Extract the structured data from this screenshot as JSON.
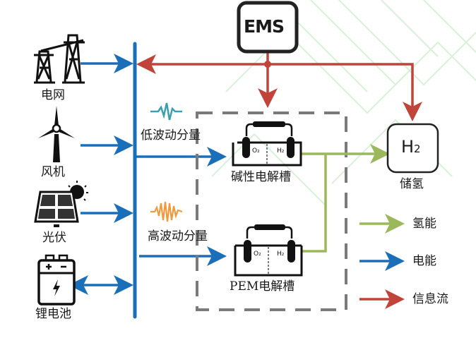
{
  "title": "EMS hydrogen-electric hybrid energy system diagram",
  "colors": {
    "electric": "#1a6fb8",
    "hydrogen": "#9bb85a",
    "info": "#c0443a",
    "dashed_box": "#7a7a7a",
    "low_wave": "#3aa0b0",
    "high_wave": "#f09a3e",
    "background_pattern": "#d8f0d8"
  },
  "ems": {
    "label": "EMS"
  },
  "sources": [
    {
      "id": "grid",
      "label": "电网",
      "icon": "transmission-tower-icon"
    },
    {
      "id": "wind",
      "label": "风机",
      "icon": "wind-turbine-icon"
    },
    {
      "id": "pv",
      "label": "光伏",
      "icon": "solar-panel-icon"
    },
    {
      "id": "battery",
      "label": "锂电池",
      "icon": "battery-icon"
    }
  ],
  "components": {
    "low": "低波动分量",
    "high": "高波动分量"
  },
  "electrolyzers": [
    {
      "id": "alkaline",
      "label": "碱性电解槽",
      "anode": "O₂",
      "cathode": "H₂"
    },
    {
      "id": "pem",
      "label": "PEM电解槽",
      "anode": "O₂",
      "cathode": "H₂"
    }
  ],
  "storage": {
    "symbol": "H",
    "subscript": "2",
    "label": "储氢"
  },
  "legend": [
    {
      "label": "氢能",
      "type": "hydrogen"
    },
    {
      "label": "电能",
      "type": "electric"
    },
    {
      "label": "信息流",
      "type": "info"
    }
  ]
}
